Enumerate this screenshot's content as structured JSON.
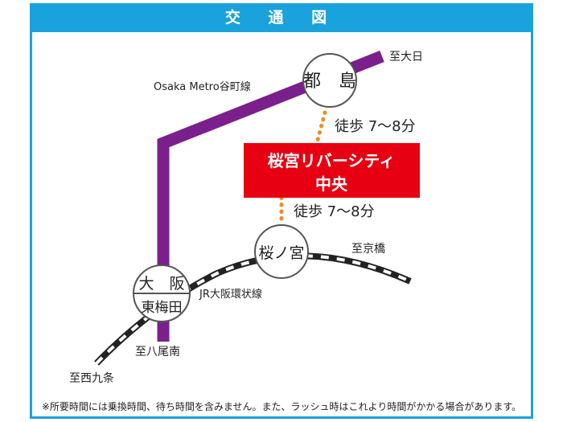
{
  "header": {
    "title": "交 通 図"
  },
  "lines": {
    "metro": {
      "label": "Osaka Metro谷町線",
      "color": "#7a1f8c"
    },
    "jr": {
      "label": "JR大阪環状線",
      "color": "#222222"
    }
  },
  "stations": {
    "miyakojima": "都　島",
    "sakuranomiya": "桜ノ宮",
    "osaka": "大　阪",
    "higashiumeda": "東梅田"
  },
  "destination": {
    "line1": "桜宮リバーシティ",
    "line2": "中央",
    "color": "#e60012"
  },
  "walks": {
    "from_miyakojima": "徒歩 7〜8分",
    "from_sakuranomiya": "徒歩 7〜8分",
    "dot_color": "#f08a24"
  },
  "directions": {
    "to_dainichi": "至大日",
    "to_kyobashi": "至京橋",
    "to_yaominami": "至八尾南",
    "to_nishikujo": "至西九条"
  },
  "footnote": "※所要時間には乗換時間、待ち時間を含みません。また、ラッシュ時はこれより時間がかかる場合があります。"
}
